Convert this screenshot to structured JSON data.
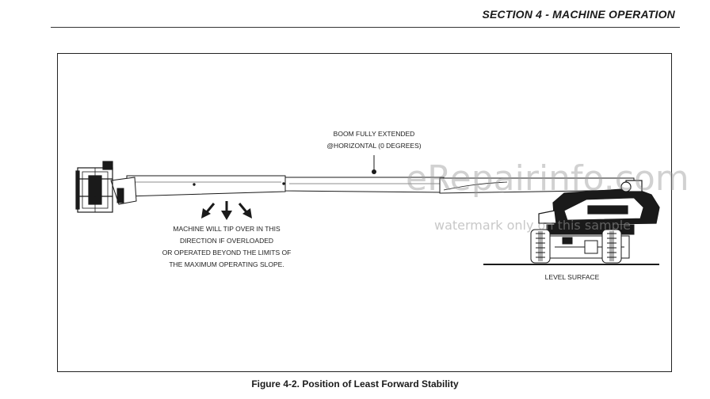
{
  "header": {
    "section_title": "SECTION 4 - MACHINE OPERATION"
  },
  "figure": {
    "boom_label_line1": "BOOM FULLY EXTENDED",
    "boom_label_line2": "@HORIZONTAL (0 DEGREES)",
    "tip_warning": [
      "MACHINE WILL TIP OVER IN THIS",
      "DIRECTION IF OVERLOADED",
      "OR OPERATED BEYOND THE LIMITS OF",
      "THE MAXIMUM OPERATING SLOPE."
    ],
    "surface_label": "LEVEL SURFACE",
    "caption": "Figure 4-2. Position of Least Forward Stability"
  },
  "watermark": {
    "main": "eRepairinfo.com",
    "sub": "watermark only on this sample"
  },
  "colors": {
    "line": "#1a1a1a",
    "watermark": "#9a9a9a"
  }
}
